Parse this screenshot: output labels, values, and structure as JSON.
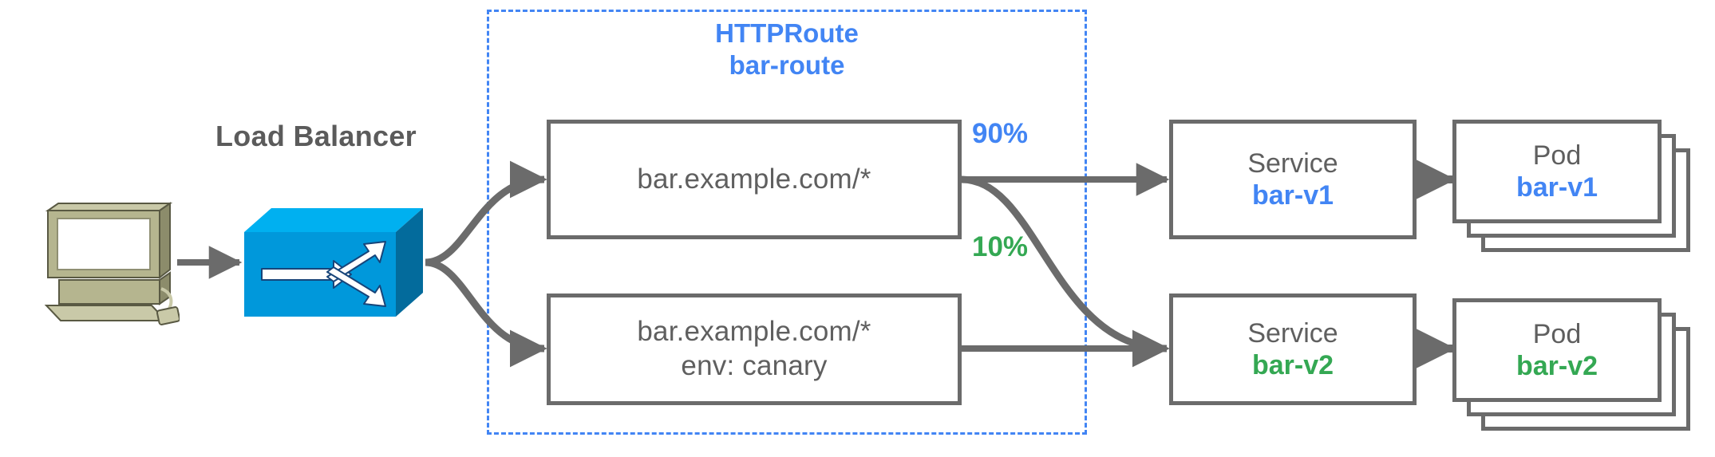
{
  "colors": {
    "blue": "#4285f4",
    "green": "#34a853",
    "gray_text": "#5f5f5f",
    "gray_stroke": "#6b6b6b",
    "lb_blue": "#0098db",
    "lb_blue_top": "#00b0f0",
    "lb_blue_side": "#036b9c",
    "pc_body": "#b5b58f",
    "pc_light": "#c9c9a8",
    "pc_dark": "#8c8c6b"
  },
  "client": {
    "icon": "desktop-computer-icon"
  },
  "load_balancer": {
    "label": "Load Balancer",
    "icon": "load-balancer-box-icon"
  },
  "httproute": {
    "kind": "HTTPRoute",
    "name": "bar-route",
    "rules": [
      {
        "id": "rule-primary",
        "lines": [
          "bar.example.com/*"
        ]
      },
      {
        "id": "rule-canary",
        "lines": [
          "bar.example.com/*",
          "env: canary"
        ]
      }
    ]
  },
  "weights": [
    {
      "id": "weight-90",
      "label": "90%",
      "color": "#4285f4"
    },
    {
      "id": "weight-10",
      "label": "10%",
      "color": "#34a853"
    }
  ],
  "backends": [
    {
      "id": "backend-v1",
      "service": {
        "kind": "Service",
        "name": "bar-v1",
        "color": "#4285f4"
      },
      "pod": {
        "kind": "Pod",
        "name": "bar-v1",
        "color": "#4285f4",
        "replicas": 3
      }
    },
    {
      "id": "backend-v2",
      "service": {
        "kind": "Service",
        "name": "bar-v2",
        "color": "#34a853"
      },
      "pod": {
        "kind": "Pod",
        "name": "bar-v2",
        "color": "#34a853",
        "replicas": 3
      }
    }
  ]
}
